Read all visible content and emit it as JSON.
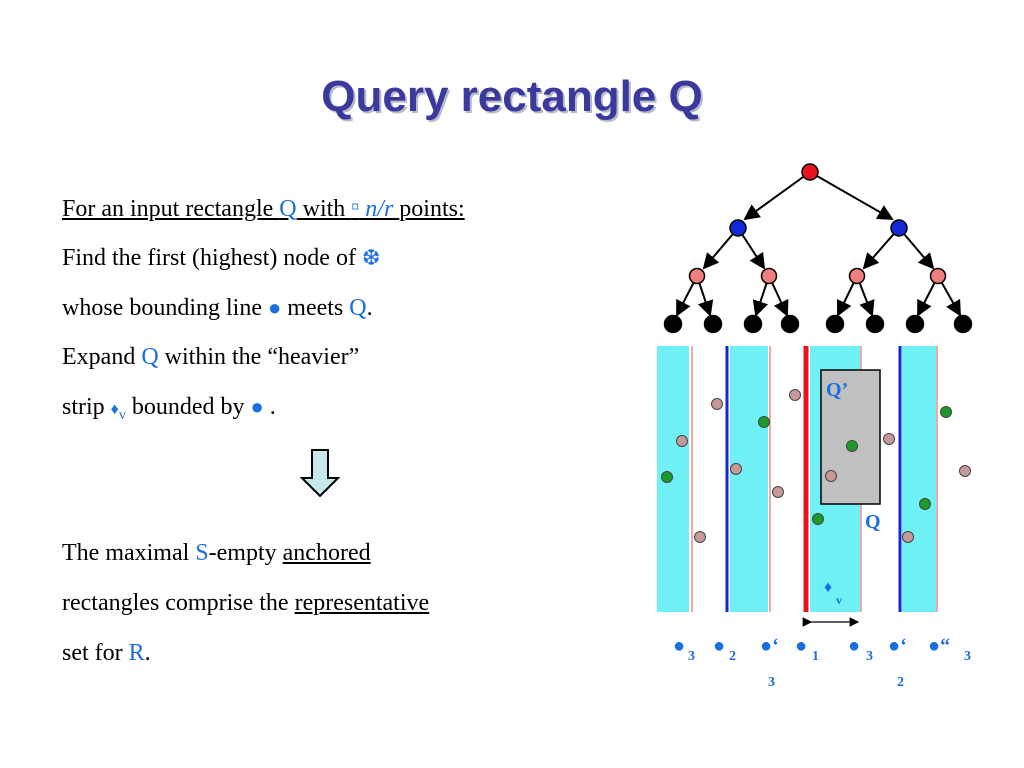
{
  "title": "Query rectangle Q",
  "body": {
    "l1": {
      "pre": "For an input rectangle ",
      "q": "Q",
      "mid": " with ",
      "sym": "¤",
      "nr": " n/r ",
      "post": "points:"
    },
    "l2": {
      "text": "Find the first (highest) node of ",
      "sym": "❆"
    },
    "l3": {
      "pre": "whose bounding line ",
      "dot": "●",
      "mid": " meets ",
      "q": "Q",
      "post": "."
    },
    "l4": {
      "pre": "Expand ",
      "q": "Q",
      "post": " within the “heavier”"
    },
    "l5": {
      "pre": "strip ",
      "sym": "♦",
      "sub": "v",
      "mid": " bounded by ",
      "dot": "●",
      "post": " ."
    },
    "l6": {
      "pre": "The maximal ",
      "s": "S",
      "mid": "-empty ",
      "u": "anchored"
    },
    "l7": {
      "pre": "rectangles comprise the ",
      "u": "representative"
    },
    "l8": {
      "pre": "set for ",
      "r": "R",
      "post": "."
    }
  },
  "diagram": {
    "q_prime_label": "Q’",
    "q_label": "Q",
    "strip_label": "♦",
    "strip_sub": "v",
    "bottom_labels": [
      "●",
      "3",
      "●",
      "2",
      "●‘",
      "●",
      "1",
      "●",
      "3",
      "●‘",
      "●“",
      "3"
    ],
    "lower_subs": [
      "3",
      "2"
    ]
  },
  "colors": {
    "title": "#3a3a9e",
    "accent_blue": "#1a6fe0",
    "strip_cyan": "#6ef0f5",
    "root_red": "#e8131b",
    "node_blue": "#1228d8",
    "node_pink": "#f07e7e",
    "point_green": "#1e9a2a",
    "point_mauve": "#c89898",
    "q_prime_fill": "#c0c0c0"
  }
}
